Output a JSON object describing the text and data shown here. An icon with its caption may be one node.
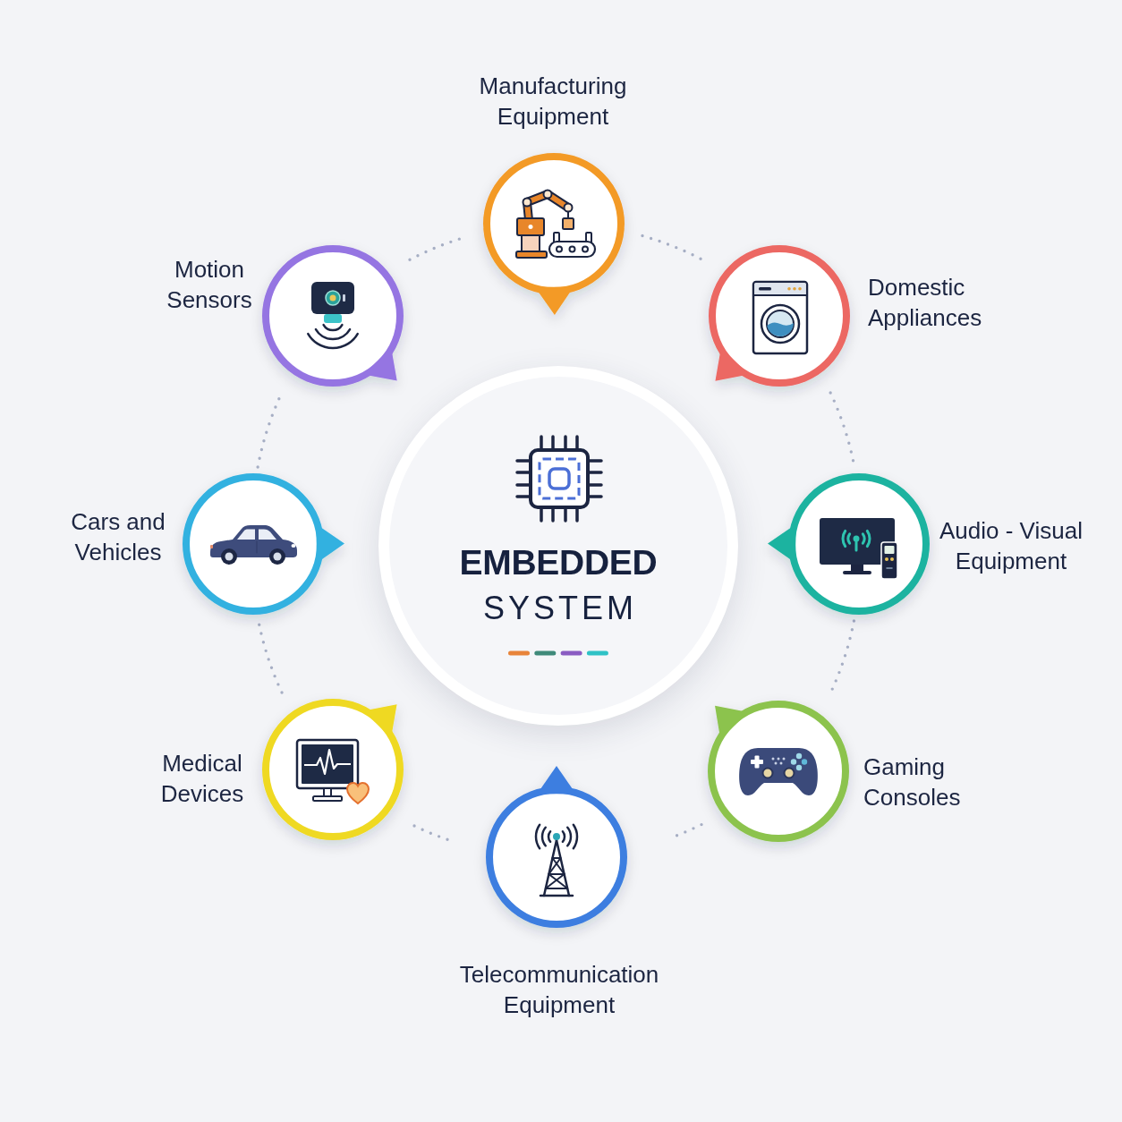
{
  "diagram": {
    "nodes": [
      {
        "text": [
          "EMBEDDED",
          "SYSTEM"
        ]
      },
      {
        "text": [
          "Manufacturing Equipment"
        ]
      },
      {
        "text": [
          "Domestic Appliances"
        ]
      },
      {
        "text": [
          "Audio - Visual Equipment"
        ]
      },
      {
        "text": [
          "Gaming Consoles"
        ]
      },
      {
        "text": [
          "Telecommunication Equipment"
        ]
      },
      {
        "text": [
          "Medical Devices"
        ]
      },
      {
        "text": [
          "Cars and Vehicles"
        ]
      },
      {
        "text": [
          "Motion Sensors"
        ]
      }
    ],
    "edges": [
      {
        "from": 1,
        "to": 2,
        "arrow": "none",
        "style": "dashed"
      },
      {
        "from": 2,
        "to": 3,
        "arrow": "none",
        "style": "dashed"
      },
      {
        "from": 3,
        "to": 4,
        "arrow": "none",
        "style": "dashed"
      },
      {
        "from": 4,
        "to": 5,
        "arrow": "none",
        "style": "dashed"
      },
      {
        "from": 5,
        "to": 6,
        "arrow": "none",
        "style": "dashed"
      },
      {
        "from": 6,
        "to": 7,
        "arrow": "none",
        "style": "dashed"
      },
      {
        "from": 7,
        "to": 8,
        "arrow": "none",
        "style": "dashed"
      },
      {
        "from": 8,
        "to": 1,
        "arrow": "none",
        "style": "dashed"
      }
    ]
  }
}
